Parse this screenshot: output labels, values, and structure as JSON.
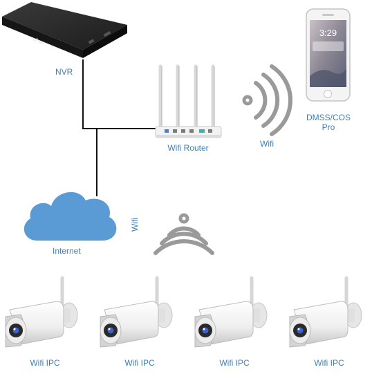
{
  "nvr": {
    "label": "NVR",
    "brand": "alhua"
  },
  "router": {
    "label": "Wifi Router"
  },
  "phone": {
    "label_line1": "DMSS/COS",
    "label_line2": "Pro",
    "clock": "3:29"
  },
  "wifi_labels": {
    "right": "Wifi",
    "left": "Wifi"
  },
  "internet": {
    "label": "Internet"
  },
  "cameras": [
    {
      "label": "Wifi IPC"
    },
    {
      "label": "Wifi IPC"
    },
    {
      "label": "Wifi IPC"
    },
    {
      "label": "Wifi IPC"
    }
  ],
  "colors": {
    "label": "#3d7fb8",
    "cloud": "#5b9bd5",
    "wifi_signal": "#9a9a9a",
    "cable": "#111111"
  }
}
